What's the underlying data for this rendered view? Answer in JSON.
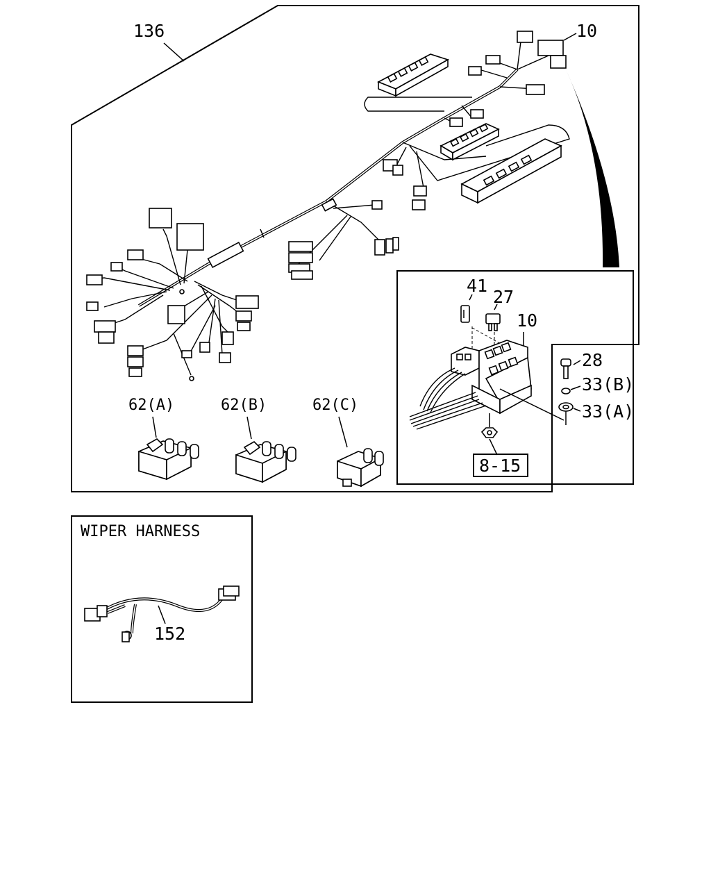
{
  "labels": {
    "main_harness": "136",
    "top_connector": "10",
    "fuse_41": "41",
    "fuse_27": "27",
    "fusebox_10": "10",
    "bolt_28": "28",
    "washer_33b": "33(B)",
    "washer_33a": "33(A)",
    "nut_ref": "8-15",
    "relay_a": "62(A)",
    "relay_b": "62(B)",
    "relay_c": "62(C)",
    "wiper_title": "WIPER HARNESS",
    "wiper_part": "152"
  },
  "colors": {
    "ink": "#000000",
    "paper": "#ffffff"
  }
}
